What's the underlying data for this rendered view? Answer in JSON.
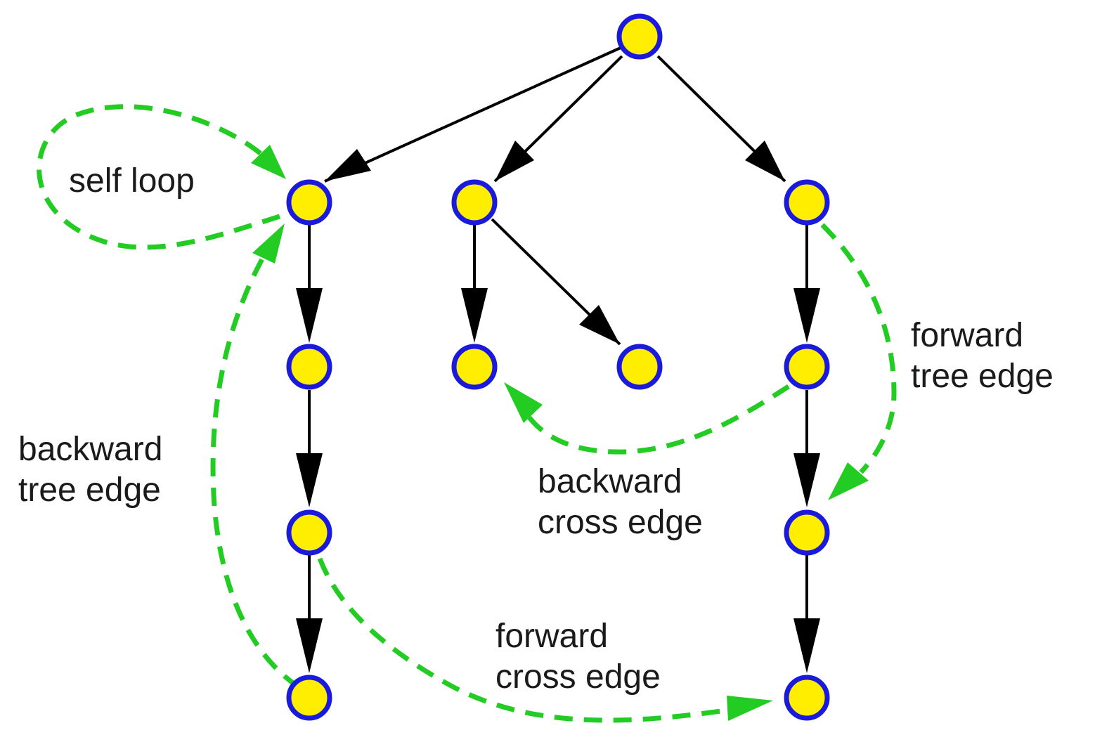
{
  "colors": {
    "node_fill": "#ffee00",
    "node_stroke": "#1a1adc",
    "tree_edge": "#000000",
    "non_tree_edge": "#22cc22"
  },
  "labels": {
    "self_loop": "self loop",
    "backward_tree_edge": [
      "backward",
      "tree edge"
    ],
    "forward_tree_edge": [
      "forward",
      "tree edge"
    ],
    "backward_cross_edge": [
      "backward",
      "cross edge"
    ],
    "forward_cross_edge": [
      "forward",
      "cross edge"
    ]
  }
}
